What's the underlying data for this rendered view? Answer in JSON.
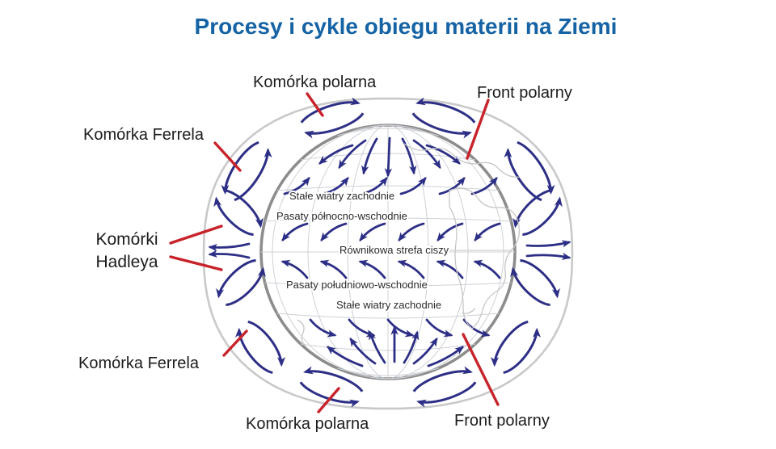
{
  "title": "Procesy i cykle obiegu materii na Ziemi",
  "outer_labels": {
    "polar_cell_top": "Komórka polarna",
    "polar_front_top": "Front polarny",
    "ferrel_cell_top": "Komórka Ferrela",
    "hadley_cells_line1": "Komórki",
    "hadley_cells_line2": "Hadleya",
    "ferrel_cell_bottom": "Komórka Ferrela",
    "polar_cell_bottom": "Komórka polarna",
    "polar_front_bottom": "Front polarny"
  },
  "wind_zone_labels": {
    "westerlies_north": "Stałe wiatry zachodnie",
    "trade_winds_northeast": "Pasaty północno-wschodnie",
    "equatorial_calm_zone": "Równikowa strefa ciszy",
    "trade_winds_southeast": "Pasaty południowo-wschodnie",
    "westerlies_south": "Stałe wiatry zachodnie"
  },
  "colors": {
    "title": "#1563a5",
    "arrow": "#2d2f86",
    "leader": "#c8232a",
    "ring": "#c9c9c9",
    "globe_outline": "#8d8d8d",
    "graticule": "#cdd1d6",
    "coast": "#c6c6c6",
    "label": "#1c1c1c"
  }
}
